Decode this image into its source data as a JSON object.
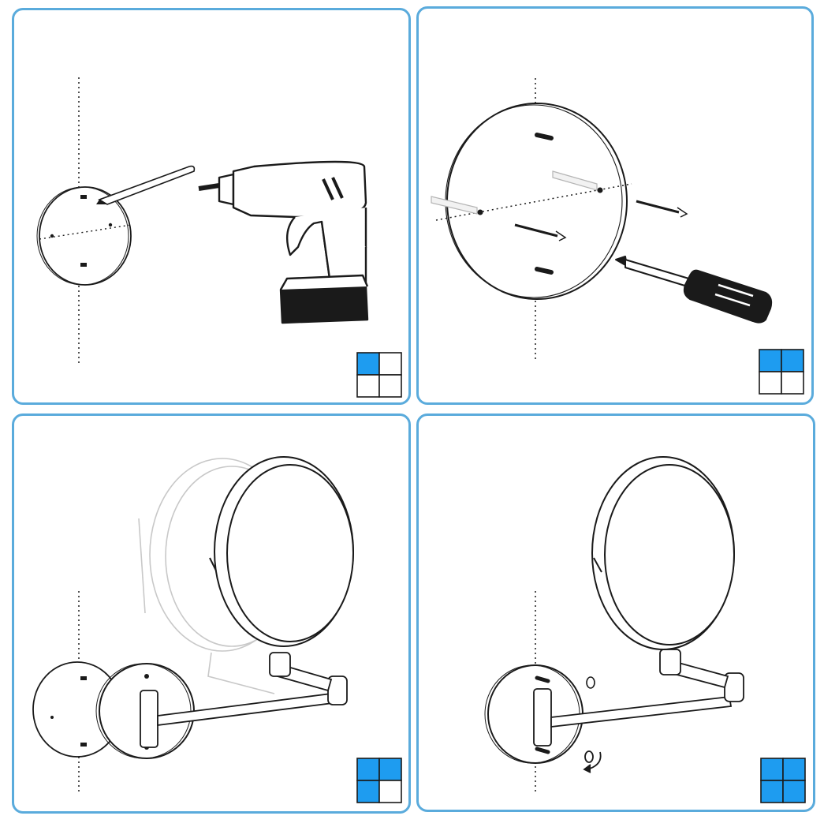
{
  "colors": {
    "panel_border": "#5aabdc",
    "step_fill": "#1e9cf0",
    "step_empty": "#ffffff",
    "line": "#1a1a1a"
  },
  "steps": [
    {
      "id": "step-1",
      "icon": "drill-icon",
      "filled_cells": [
        1,
        0,
        0,
        0
      ]
    },
    {
      "id": "step-2",
      "icon": "screwdriver-icon",
      "filled_cells": [
        1,
        1,
        0,
        0
      ]
    },
    {
      "id": "step-3",
      "icon": "mirror-arm-icon",
      "filled_cells": [
        1,
        1,
        1,
        0
      ]
    },
    {
      "id": "step-4",
      "icon": "mounted-mirror-icon",
      "filled_cells": [
        1,
        1,
        1,
        1
      ]
    }
  ]
}
